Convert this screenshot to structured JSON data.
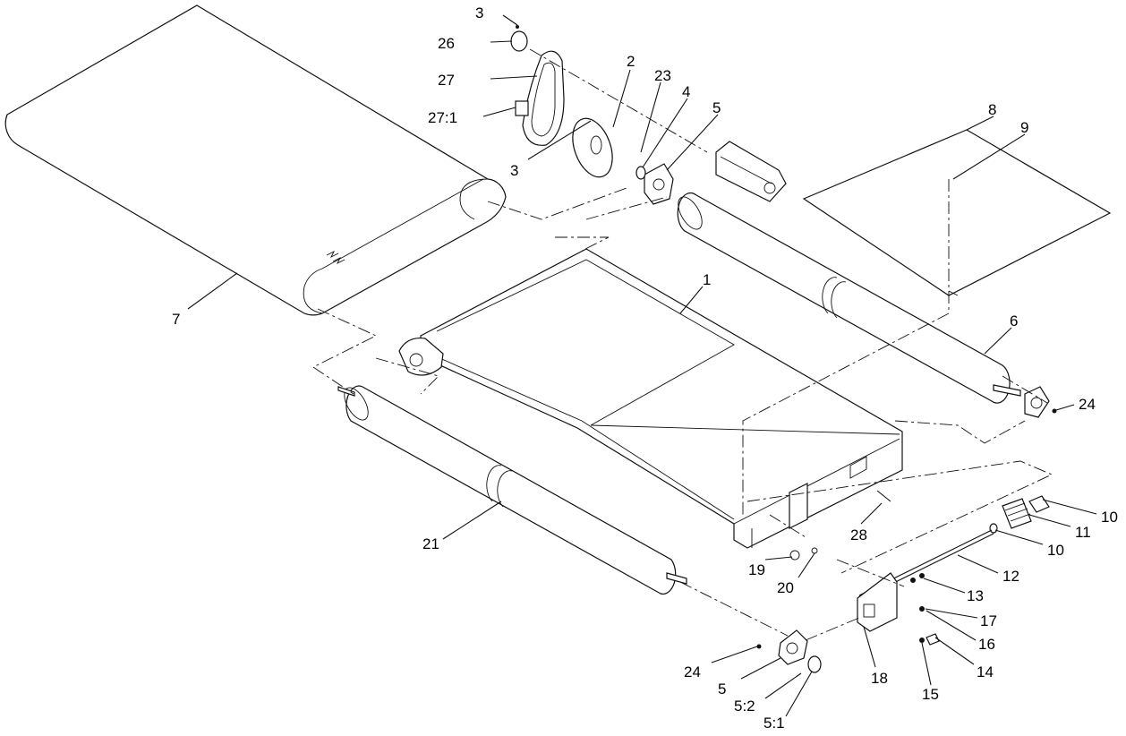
{
  "callouts": [
    {
      "id": "3-top",
      "text": "3"
    },
    {
      "id": "26",
      "text": "26"
    },
    {
      "id": "27",
      "text": "27"
    },
    {
      "id": "27-1",
      "text": "27:1"
    },
    {
      "id": "3-mid",
      "text": "3"
    },
    {
      "id": "2",
      "text": "2"
    },
    {
      "id": "23",
      "text": "23"
    },
    {
      "id": "4",
      "text": "4"
    },
    {
      "id": "5-top",
      "text": "5"
    },
    {
      "id": "8",
      "text": "8"
    },
    {
      "id": "9",
      "text": "9"
    },
    {
      "id": "7",
      "text": "7"
    },
    {
      "id": "1",
      "text": "1"
    },
    {
      "id": "6",
      "text": "6"
    },
    {
      "id": "24-right",
      "text": "24"
    },
    {
      "id": "21",
      "text": "21"
    },
    {
      "id": "28",
      "text": "28"
    },
    {
      "id": "10-top",
      "text": "10"
    },
    {
      "id": "11",
      "text": "11"
    },
    {
      "id": "10-mid",
      "text": "10"
    },
    {
      "id": "12",
      "text": "12"
    },
    {
      "id": "19",
      "text": "19"
    },
    {
      "id": "20",
      "text": "20"
    },
    {
      "id": "13",
      "text": "13"
    },
    {
      "id": "17",
      "text": "17"
    },
    {
      "id": "16",
      "text": "16"
    },
    {
      "id": "14",
      "text": "14"
    },
    {
      "id": "15",
      "text": "15"
    },
    {
      "id": "18",
      "text": "18"
    },
    {
      "id": "24-left",
      "text": "24"
    },
    {
      "id": "5-bottom",
      "text": "5"
    },
    {
      "id": "5-2",
      "text": "5:2"
    },
    {
      "id": "5-1",
      "text": "5:1"
    }
  ],
  "colors": {
    "ink": "#111111",
    "paper": "#ffffff"
  }
}
